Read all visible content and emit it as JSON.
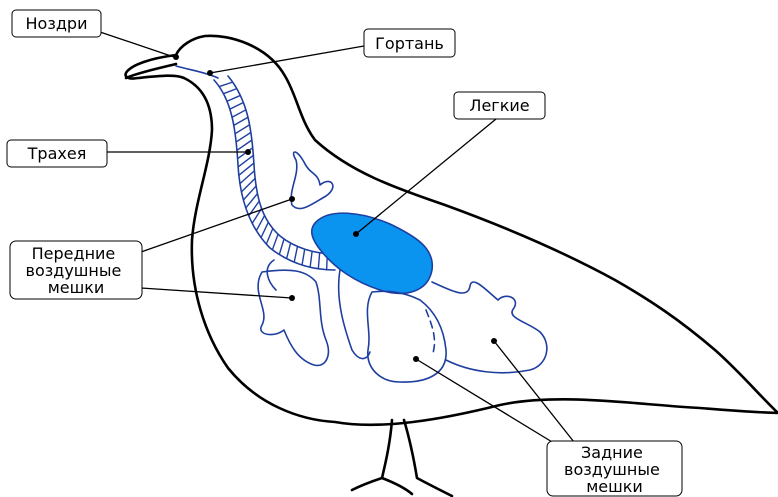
{
  "colors": {
    "outline": "#000000",
    "airway": "#1f3fa0",
    "lung_fill": "#0a94f0",
    "label_border": "#000000",
    "background": "#ffffff"
  },
  "labels": {
    "nostrils": "Ноздри",
    "larynx": "Гортань",
    "lungs": "Легкие",
    "trachea": "Трахея",
    "anterior_sacs": [
      "Передние",
      "воздушные",
      "мешки"
    ],
    "posterior_sacs": [
      "Задние",
      "воздушные",
      "мешки"
    ]
  }
}
